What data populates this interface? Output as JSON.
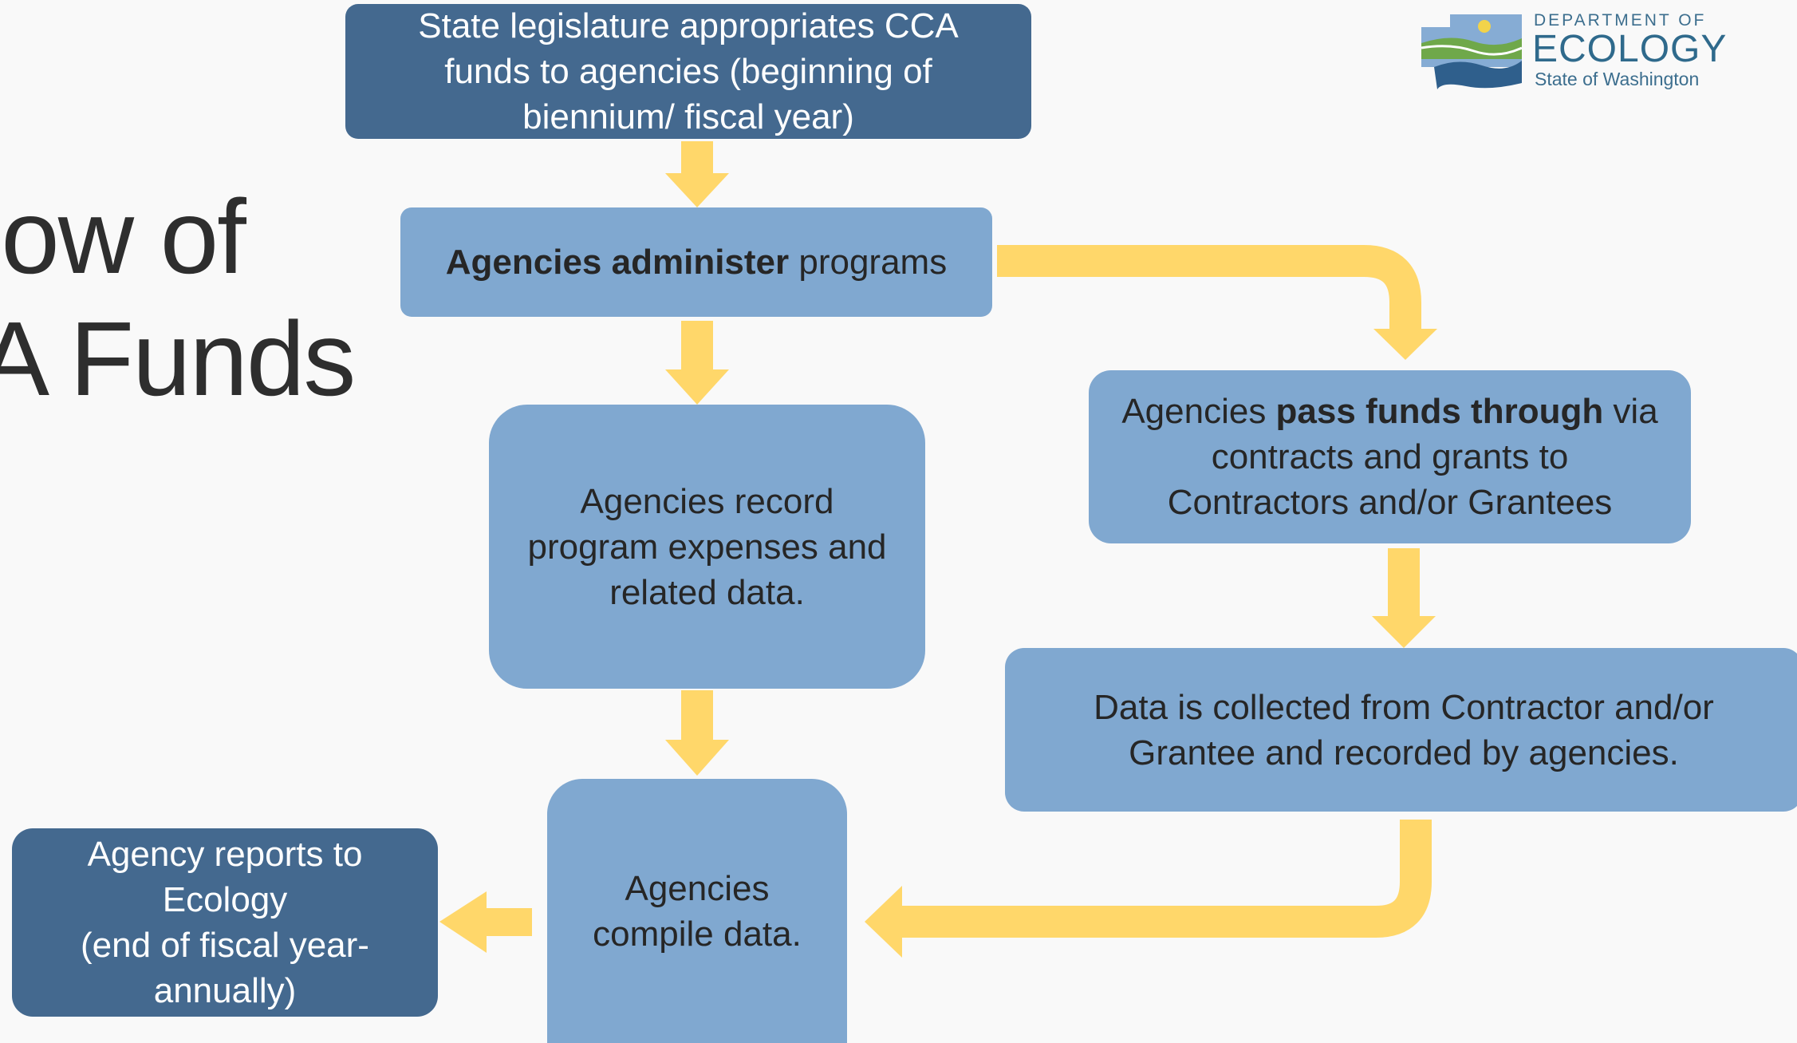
{
  "title": {
    "line1": "low of",
    "line2": "A Funds"
  },
  "logo": {
    "department": "DEPARTMENT OF",
    "name": "ECOLOGY",
    "state": "State of Washington"
  },
  "boxes": {
    "legislature": {
      "lines": [
        "State legislature appropriates CCA",
        "funds to agencies (beginning of",
        "biennium/ fiscal year)"
      ]
    },
    "administer": {
      "bold": "Agencies administer",
      "rest": " programs"
    },
    "record": {
      "lines": [
        "Agencies record",
        "program expenses and",
        "related data."
      ]
    },
    "pass_through": {
      "l1_a": "Agencies ",
      "l1_bold": "pass funds through",
      "l1_b": " via",
      "l2": "contracts and grants to",
      "l3": "Contractors and/or Grantees"
    },
    "collected": {
      "lines": [
        "Data is collected from Contractor and/or",
        "Grantee and recorded by agencies."
      ]
    },
    "compile": {
      "lines": [
        "Agencies",
        "compile data."
      ]
    },
    "report": {
      "lines": [
        "Agency reports to",
        "Ecology",
        "(end of fiscal year-",
        "annually)"
      ]
    }
  },
  "colors": {
    "dark_box": "#44698f",
    "light_box": "#80a8d0",
    "arrow": "#ffd76a",
    "text_dark": "#262626",
    "title": "#2e2e2e"
  }
}
